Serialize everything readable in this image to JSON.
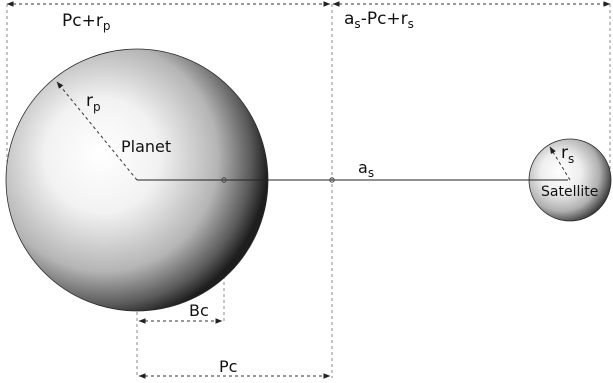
{
  "labels": {
    "top_left_base": "Pc+r",
    "top_left_sub": "p",
    "top_right_a": "a",
    "top_right_a_sub": "s",
    "top_right_rest": "-Pc+r",
    "top_right_rest_sub": "s",
    "planet_radius": "r",
    "planet_radius_sub": "p",
    "planet": "Planet",
    "semi_major": "a",
    "semi_major_sub": "s",
    "satellite_radius": "r",
    "satellite_radius_sub": "s",
    "satellite": "Satellite",
    "barycenter_dist": "Bc",
    "planet_center_dist": "Pc"
  },
  "colors": {
    "sphere_highlight": "#ffffff",
    "sphere_shadow": "#1e1e1e",
    "line": "#222222",
    "dashed": "#8a8a8a"
  }
}
